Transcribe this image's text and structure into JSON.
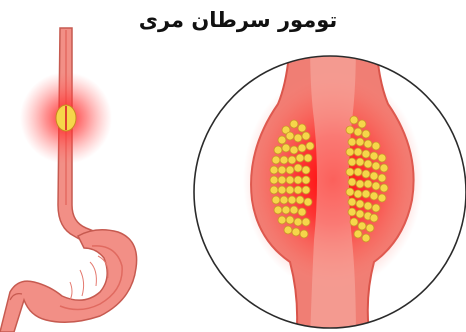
{
  "title": "تومور سرطان مری",
  "colors": {
    "tissue": "#f28f86",
    "tissue_dark": "#d9544a",
    "lumen": "#f7b0a8",
    "glow": "#ff1a1a",
    "tumor_cells": "#f6d64a",
    "outline": "#2b2b2b"
  },
  "icons": [
    "esophagus-stomach-illustration",
    "tumor-magnified-view"
  ]
}
